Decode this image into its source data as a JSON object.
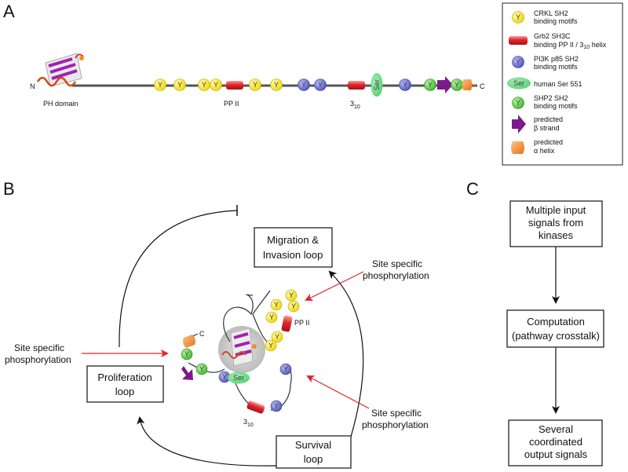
{
  "panels": {
    "a": "A",
    "b": "B",
    "c": "C"
  },
  "panel_a": {
    "n_terminus": "N",
    "c_terminus": "C",
    "ph_domain_label": "PH domain",
    "ppii_label": "PP II",
    "three_ten_label_main": "3",
    "three_ten_label_sub": "10",
    "ser_label": "Ser",
    "y_label": "Y"
  },
  "legend": {
    "crkl_line1": "CRKL SH2",
    "crkl_line2": "binding motifs",
    "grb2_line1": "Grb2 SH3C",
    "grb2_line2_a": "binding PP II / 3",
    "grb2_line2_sub": "10",
    "grb2_line2_b": " helix",
    "pi3k_line1": "PI3K p85 SH2",
    "pi3k_line2": "binding motifs",
    "ser_symbol": "Ser",
    "ser_line1": "human Ser 551",
    "shp2_line1": "SHP2 SH2",
    "shp2_line2": "binding motifs",
    "beta_line1": "predicted",
    "beta_line2": "β strand",
    "alpha_line1": "predicted",
    "alpha_line2": "α helix"
  },
  "panel_b": {
    "migration_line1": "Migration &",
    "migration_line2": "Invasion loop",
    "proliferation_line1": "Proliferation",
    "proliferation_line2": "loop",
    "survival_line1": "Survival",
    "survival_line2": "loop",
    "site_line1": "Site specific",
    "site_line2": "phosphorylation",
    "ppii_label": "PP II",
    "c_label": "C",
    "ser_label": "Ser",
    "three_ten_main": "3",
    "three_ten_sub": "10"
  },
  "panel_c": {
    "box1_line1": "Multiple input",
    "box1_line2": "signals from",
    "box1_line3": "kinases",
    "box2_line1": "Computation",
    "box2_line2": "(pathway crosstalk)",
    "box3_line1": "Several",
    "box3_line2": "coordinated",
    "box3_line3": "output signals"
  },
  "colors": {
    "crkl_yellow": "#f4e21c",
    "grb2_red": "#e0252b",
    "pi3k_blue": "#5c63c8",
    "ser_green": "#5fd37a",
    "shp2_green": "#52c43f",
    "beta_purple": "#7d1a8a",
    "alpha_orange": "#f28a2e",
    "arrow_red": "#e0252b"
  }
}
